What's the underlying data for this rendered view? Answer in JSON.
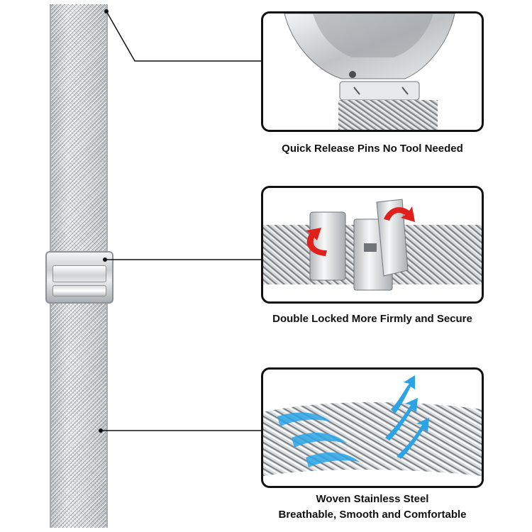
{
  "features": [
    {
      "caption": "Quick Release Pins  No Tool Needed"
    },
    {
      "caption": "Double Locked More Firmly and Secure"
    },
    {
      "caption_line1": "Woven Stainless Steel",
      "caption_line2": "Breathable, Smooth and Comfortable"
    }
  ],
  "colors": {
    "metal_light": "#eef0f1",
    "metal_mid": "#c9cdd0",
    "metal_dark": "#8d9296",
    "arrow_red": "#e0201a",
    "arrow_blue": "#2aa4e6",
    "frame": "#111111"
  }
}
